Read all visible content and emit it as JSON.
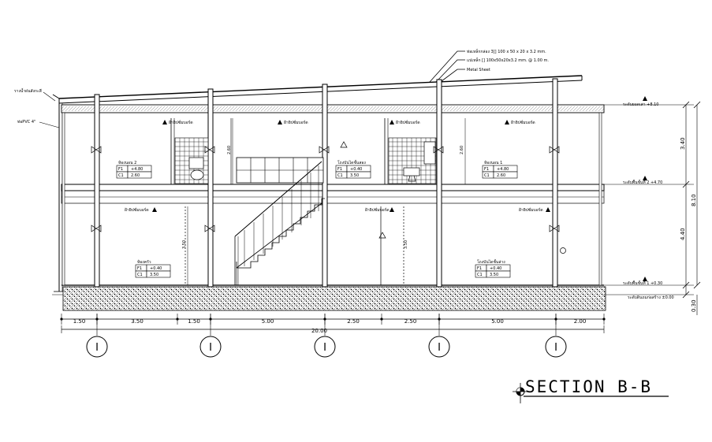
{
  "title": "SECTION  B-B",
  "roof_notes": [
    "ท่อเหล็กกล่อง 3[] 100 x 50 x 20 x 3.2 mm.",
    "แปเหล็ก [] 100x50x20x3.2 mm. @ 1.00 m.",
    "Metal Sheet"
  ],
  "left_notes": [
    "รางน้ำฝนสังกะสี",
    "ท่อPVC 4\""
  ],
  "level_labels": [
    "ระดับยอดเสา +8.10",
    "ระดับพื้นชั้นที่ 2 +4.70",
    "ระดับพื้นชั้นที่ 1 +0.30",
    "ระดับดินถมก่อสร้าง ±0.00"
  ],
  "vertical_dims": [
    "3.40",
    "8.10",
    "4.40",
    "0.30"
  ],
  "ceiling_tags": [
    "ฝ้ายิปซั่มบอร์ด",
    "ฝ้ายิปซั่มบอร์ด",
    "ฝ้ายิปซั่มบอร์ด",
    "ฝ้ายิปซั่มบอร์ด",
    "ฝ้ายิปซั่มบอร์ด",
    "ฝ้ายิปซั่มบอร์ด",
    "ฝ้ายิปซั่มบอร์ด"
  ],
  "rooms": [
    {
      "name": "ห้องนอน 2",
      "rows": [
        [
          "F1",
          "+4.80"
        ],
        [
          "C1",
          "2.60"
        ]
      ]
    },
    {
      "name": "โถงบันไดชั้นสอง",
      "rows": [
        [
          "F1",
          "+0.40"
        ],
        [
          "C1",
          "3.50"
        ]
      ]
    },
    {
      "name": "ห้องนอน 1",
      "rows": [
        [
          "F1",
          "+4.80"
        ],
        [
          "C1",
          "2.60"
        ]
      ]
    },
    {
      "name": "ห้องครัว",
      "rows": [
        [
          "F1",
          "+0.40"
        ],
        [
          "C1",
          "3.50"
        ]
      ]
    },
    {
      "name": "โถงบันไดชั้นล่าง",
      "rows": [
        [
          "F1",
          "+0.40"
        ],
        [
          "C1",
          "3.50"
        ]
      ]
    }
  ],
  "interior_dims": [
    "2.60",
    "2.60",
    "3.50",
    "3.50"
  ],
  "horizontal_dims": [
    "1.50",
    "3.50",
    "1.50",
    "5.00",
    "2.50",
    "2.50",
    "5.00",
    "2.00"
  ],
  "overall_dim": "20.00",
  "grid_labels": [
    "I",
    "I",
    "I",
    "I",
    "I"
  ]
}
